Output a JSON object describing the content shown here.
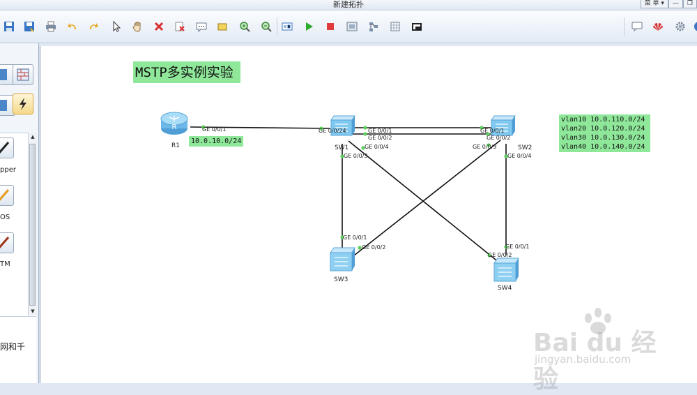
{
  "window": {
    "title": "新建拓扑",
    "controls": [
      "菜 单 ▾",
      "—",
      "❐"
    ]
  },
  "toolbar": {
    "left_icons": [
      "save-icon",
      "save-as-icon",
      "print-icon",
      "undo-icon",
      "redo-icon",
      "select-pointer-icon",
      "hand-icon",
      "delete-icon",
      "clear-icon",
      "text-note-icon",
      "rectangle-icon",
      "zoom-in-icon",
      "zoom-out-icon",
      "fit-view-icon",
      "start-device-icon",
      "stop-device-icon",
      "capture-icon",
      "topology-icon",
      "grid-icon",
      "screenshot-icon"
    ],
    "right_icons": [
      "chat-icon",
      "huawei-logo-icon",
      "settings-icon",
      "help-icon"
    ]
  },
  "left_panel": {
    "labels": [
      "pper",
      "OS",
      "TM",
      "网和千"
    ]
  },
  "canvas": {
    "heading": "MSTP多实例实验",
    "devices": {
      "r1": "R1",
      "sw1": "SW1",
      "sw2": "SW2",
      "sw3": "SW3",
      "sw4": "SW4"
    },
    "r1_note": "10.0.10.0/24",
    "vlan_notes": [
      "vlan10 10.0.110.0/24",
      "vlan20 10.0.120.0/24",
      "vlan30 10.0.130.0/24",
      "vlan40 10.0.140.0/24"
    ],
    "ports": {
      "r1_g001": "GE 0/0/1",
      "sw1_g0024": "GE 0/0/24",
      "sw1_g001": "GE 0/0/1",
      "sw1_g002": "GE 0/0/2",
      "sw1_g004": "GE 0/0/4",
      "sw1_g003": "GE 0/0/3",
      "sw2_g001": "GE 0/0/1",
      "sw2_g002": "GE 0/0/2",
      "sw2_g003": "GE 0/0/3",
      "sw2_g004": "GE 0/0/4",
      "sw3_g001": "GE 0/0/1",
      "sw3_g002": "GE 0/0/2",
      "sw4_g001": "GE 0/0/1",
      "sw4_g002": "GE 0/0/2"
    }
  },
  "watermark": {
    "brand": "Bai du 经验",
    "url": "jingyan.baidu.com"
  },
  "colors": {
    "note_bg": "#8fe89a",
    "link": "#111111",
    "port_dot": "#5cd05c",
    "switch_body": "#7fc8ef",
    "router_body": "#77c3ee"
  }
}
